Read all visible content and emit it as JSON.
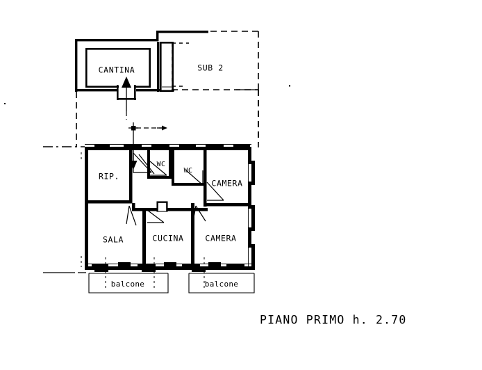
{
  "document": {
    "type": "architectural-floor-plan",
    "caption": "PIANO PRIMO h. 2.70",
    "line_color": "#000000",
    "background_color": "#ffffff"
  },
  "basement_level": {
    "rooms": [
      {
        "id": "cantina",
        "label": "CANTINA"
      },
      {
        "id": "sub2",
        "label": "SUB 2"
      }
    ],
    "stair_direction_marker": "up-arrow"
  },
  "apartment": {
    "rooms": [
      {
        "id": "rip",
        "label": "RIP."
      },
      {
        "id": "wc-left",
        "label": "WC"
      },
      {
        "id": "wc-right",
        "label": "WC"
      },
      {
        "id": "camera-upper",
        "label": "CAMERA"
      },
      {
        "id": "sala",
        "label": "SALA"
      },
      {
        "id": "cucina",
        "label": "CUCINA"
      },
      {
        "id": "camera-lower",
        "label": "CAMERA"
      }
    ],
    "balconies": [
      {
        "id": "balcone-left",
        "label": "balcone"
      },
      {
        "id": "balcone-right",
        "label": "balcone"
      }
    ]
  }
}
